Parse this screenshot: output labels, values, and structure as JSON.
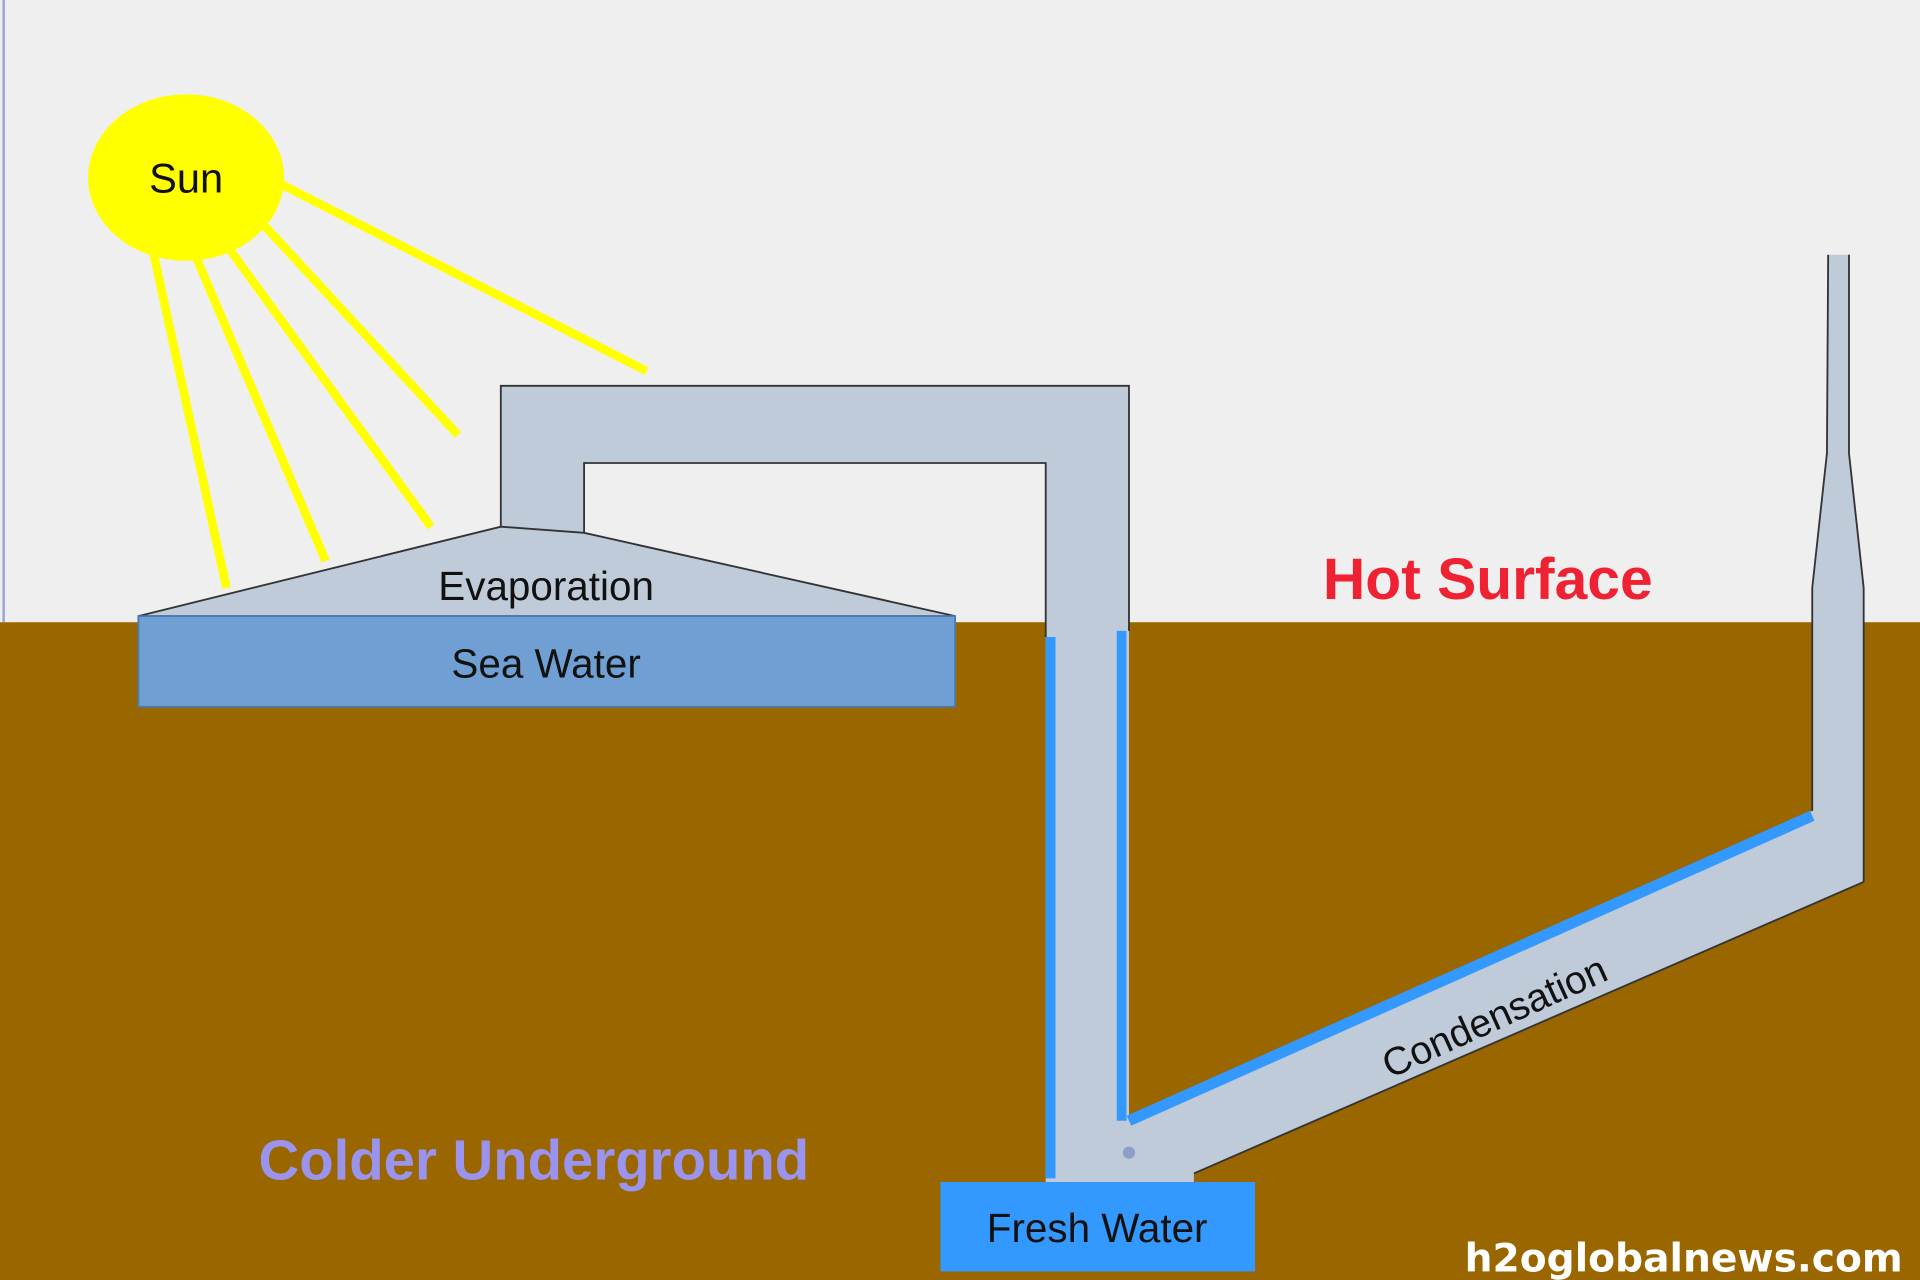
{
  "labels": {
    "sun": "Sun",
    "evaporation": "Evaporation",
    "sea_water": "Sea Water",
    "hot_surface": "Hot Surface",
    "condensation": "Condensation",
    "colder_underground": "Colder Underground",
    "fresh_water": "Fresh Water",
    "watermark": "h2oglobalnews.com"
  },
  "colors": {
    "sky": "#efefef",
    "ground": "#996600",
    "sun": "#ffff00",
    "pipe": "#c0cbda",
    "sea_water": "#6f9fd3",
    "fresh_water": "#3399ff",
    "condensate": "#3399ff",
    "hot_surface_text": "#ee2233",
    "colder_text": "#9a94ee",
    "condensation_text": "#2a2aff"
  }
}
